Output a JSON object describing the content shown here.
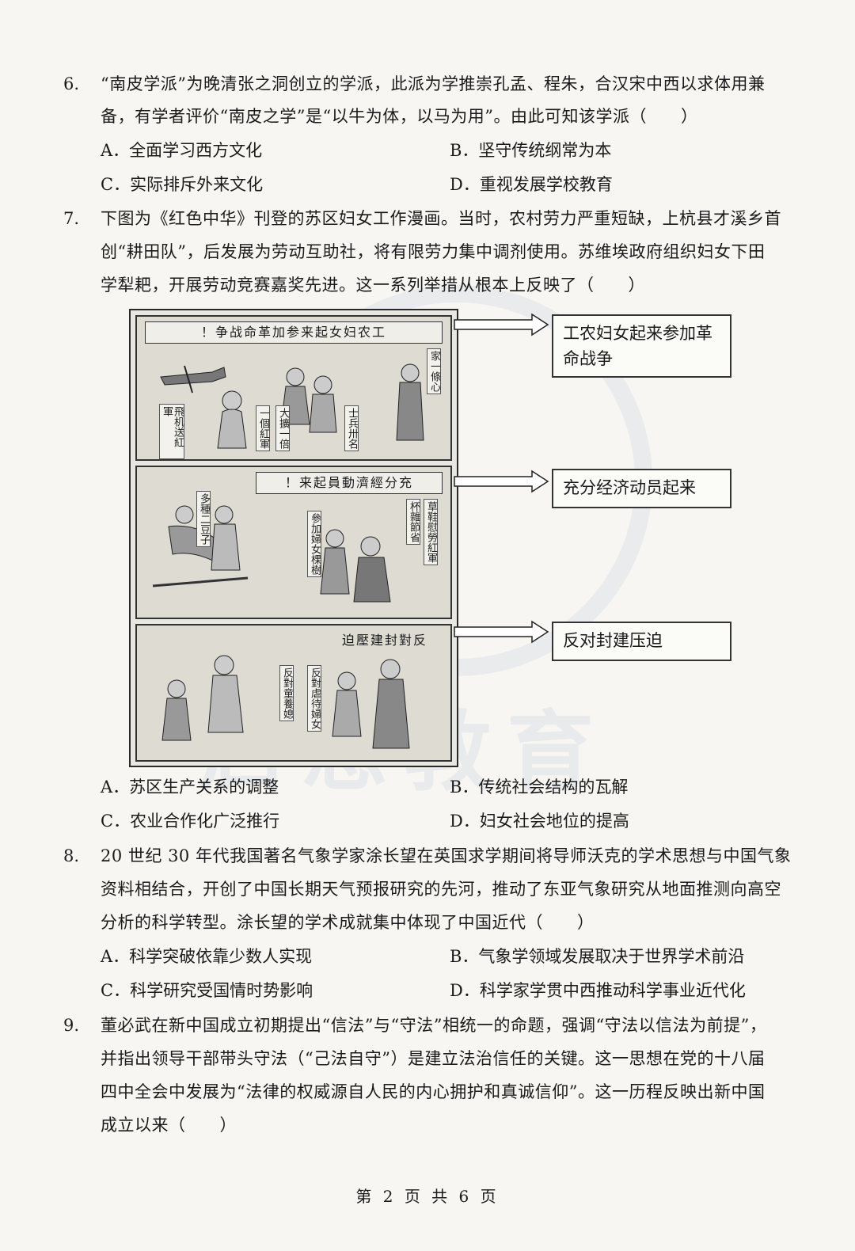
{
  "q6": {
    "number": "6.",
    "lines": [
      "“南皮学派”为晚清张之洞创立的学派，此派为学推崇孔孟、程朱，合汉宋中西以求体用兼",
      "备，有学者评价“南皮之学”是“以牛为体，以马为用”。由此可知该学派（　　）"
    ],
    "options": {
      "A": "A．全面学习西方文化",
      "B": "B．坚守传统纲常为本",
      "C": "C．实际排斥外来文化",
      "D": "D．重视发展学校教育"
    }
  },
  "q7": {
    "number": "7.",
    "lines": [
      "下图为《红色中华》刊登的苏区妇女工作漫画。当时，农村劳力严重短缺，上杭县才溪乡首",
      "创“耕田队”，后发展为劳动互助社，将有限劳力集中调剂使用。苏维埃政府组织妇女下田",
      "学犁耙，开展劳动竞赛嘉奖先进。这一系列举措从根本上反映了（　　）"
    ],
    "cartoon": {
      "panel1_title": "！争战命革加参来起女妇农工",
      "panel2_title": "！来起員動濟經分充",
      "panel3_title": "迫壓建封對反",
      "panel1_labels": [
        "飛机送紅軍",
        "一個紅軍",
        "大擴一倍",
        "士兵卅名",
        "家一條心"
      ],
      "panel2_labels": [
        "多種二豆子",
        "參加婦女棵樹",
        "杯雜節省",
        "草鞋慰勞紅軍"
      ],
      "panel3_labels": [
        "反對童養媳",
        "反對虐待婦女"
      ]
    },
    "callouts": [
      "工农妇女起来参加革命战争",
      "充分经济动员起来",
      "反对封建压迫"
    ],
    "options": {
      "A": "A．苏区生产关系的调整",
      "B": "B．传统社会结构的瓦解",
      "C": "C．农业合作化广泛推行",
      "D": "D．妇女社会地位的提高"
    }
  },
  "q8": {
    "number": "8.",
    "lines": [
      "20 世纪 30 年代我国著名气象学家涂长望在英国求学期间将导师沃克的学术思想与中国气象",
      "资料相结合，开创了中国长期天气预报研究的先河，推动了东亚气象研究从地面推测向高空",
      "分析的科学转型。涂长望的学术成就集中体现了中国近代（　　）"
    ],
    "options": {
      "A": "A．科学突破依靠少数人实现",
      "B": "B．气象学领域发展取决于世界学术前沿",
      "C": "C．科学研究受国情时势影响",
      "D": "D．科学家学贯中西推动科学事业近代化"
    }
  },
  "q9": {
    "number": "9.",
    "lines": [
      "董必武在新中国成立初期提出“信法”与“守法”相统一的命题，强调“守法以信法为前提”，",
      "并指出领导干部带头守法（“己法自守”）是建立法治信任的关键。这一思想在党的十八届",
      "四中全会中发展为“法律的权威源自人民的内心拥护和真诚信仰”。这一历程反映出新中国",
      "成立以来（　　）"
    ]
  },
  "footer": "第 2 页 共 6 页",
  "watermark": "启恩教育"
}
